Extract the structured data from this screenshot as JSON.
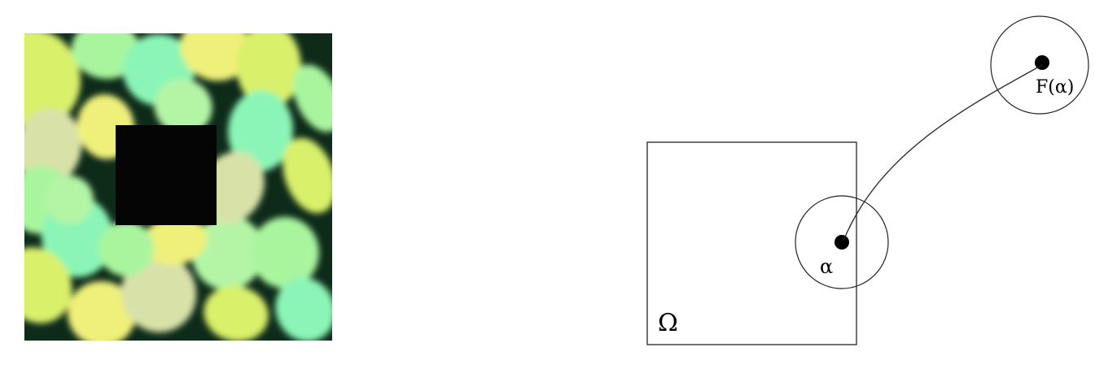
{
  "texture": {
    "hole_color": "#050505",
    "cell_colors": [
      "#d9f06a",
      "#a9f59e",
      "#8af5b6",
      "#eff07a",
      "#d8e1a8",
      "#b3f5a5"
    ],
    "border_color": "#0e2b1a"
  },
  "diagram": {
    "domain_label": "Ω",
    "point_label": "α",
    "image_label": "F(α)",
    "line_color": "#222222",
    "point_color": "#000000"
  }
}
